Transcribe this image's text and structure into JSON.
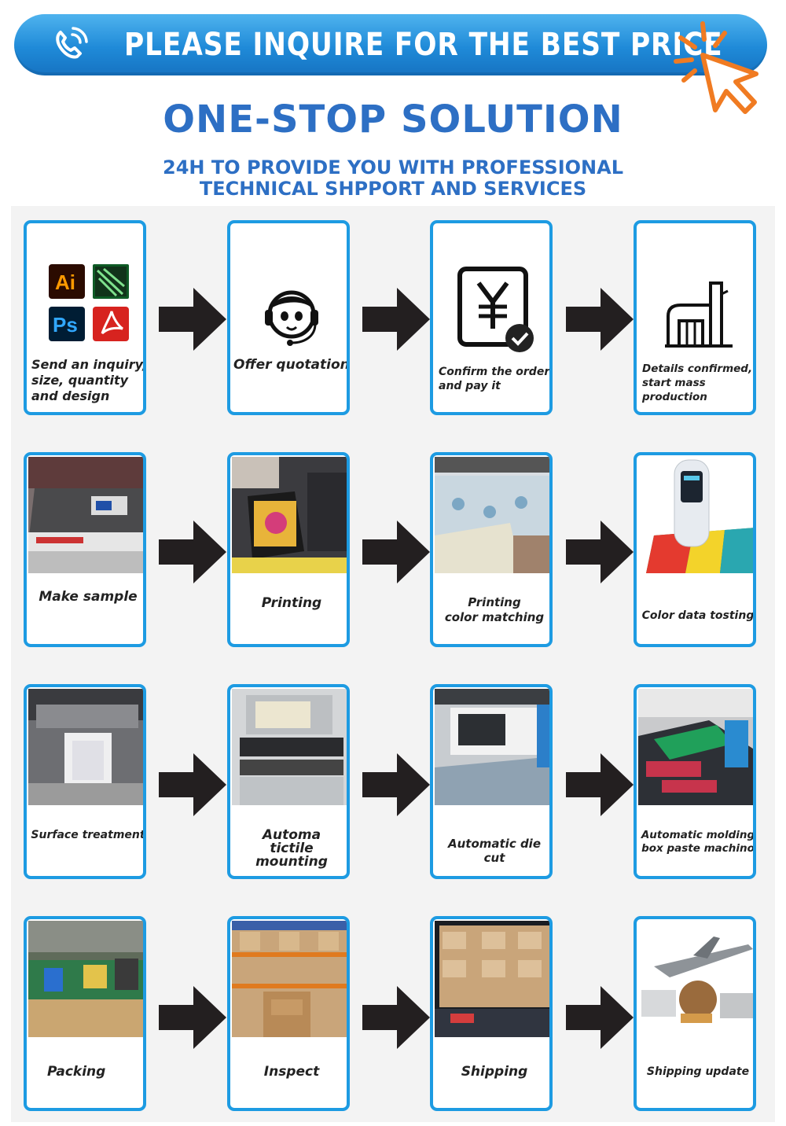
{
  "banner": {
    "text": "PLEASE INQUIRE FOR THE BEST PRICE"
  },
  "header": {
    "title": "ONE-STOP SOLUTION",
    "subtitle_line1": "24H TO PROVIDE YOU WITH PROFESSIONAL",
    "subtitle_line2": "TECHNICAL SHPPORT AND SERVICES"
  },
  "steps": {
    "s1": {
      "label": "Send an inquiry,\nsize, quantity\nand design",
      "icons": [
        "Ai",
        "Ps"
      ]
    },
    "s2": {
      "label": "Offer quotation"
    },
    "s3": {
      "label": "Confirm the order\nand pay it"
    },
    "s4": {
      "label": "Details confirmed,\nstart mass\nproduction"
    },
    "s5": {
      "label": "Make sample"
    },
    "s6": {
      "label": "Printing"
    },
    "s7": {
      "label": "Printing\ncolor matching"
    },
    "s8": {
      "label": "Color data tosting"
    },
    "s9": {
      "label": "Surface treatment"
    },
    "s10": {
      "label": "Automa\ntictile mounting"
    },
    "s11": {
      "label": "Automatic die cut"
    },
    "s12": {
      "label": "Automatic molding\nbox paste machino"
    },
    "s13": {
      "label": "Packing"
    },
    "s14": {
      "label": "Inspect"
    },
    "s15": {
      "label": "Shipping"
    },
    "s16": {
      "label": "Shipping update"
    }
  },
  "colors": {
    "accent": "#1d9be2",
    "title": "#2d6fc4",
    "arrow": "#231f20",
    "pointer": "#f07b22"
  }
}
